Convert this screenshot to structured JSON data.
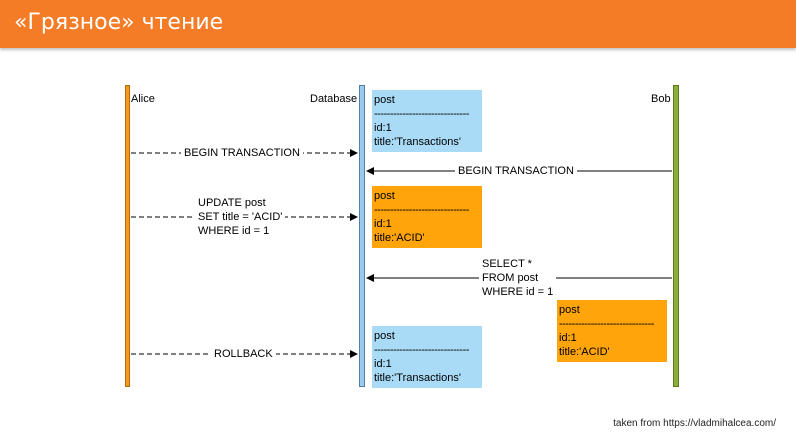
{
  "header": {
    "title": "«Грязное» чтение"
  },
  "actors": {
    "alice": "Alice",
    "database": "Database",
    "bob": "Bob"
  },
  "notes": {
    "n1": {
      "title": "post",
      "sep": "------------------------------",
      "id": "id:1",
      "value": "title:'Transactions'"
    },
    "n2": {
      "title": "post",
      "sep": "------------------------------",
      "id": "id:1",
      "value": "title:'ACID'"
    },
    "n3": {
      "title": "post",
      "sep": "------------------------------",
      "id": "id:1",
      "value": "title:'ACID'"
    },
    "n4": {
      "title": "post",
      "sep": "------------------------------",
      "id": "id:1",
      "value": "title:'Transactions'"
    }
  },
  "messages": {
    "alice_begin": "BEGIN TRANSACTION",
    "bob_begin": "BEGIN TRANSACTION",
    "update": {
      "l1": "UPDATE post",
      "l2": "SET title = 'ACID'",
      "l3": "WHERE id = 1"
    },
    "select": {
      "l1": "SELECT *",
      "l2": "FROM post",
      "l3": "WHERE id = 1"
    },
    "rollback": "ROLLBACK"
  },
  "footer": {
    "credit": "taken from https://vladmihalcea.com/"
  },
  "colors": {
    "header": "#f47c27",
    "note_blue": "#a9dbf6",
    "note_orange": "#ffa40a",
    "alice": "#f39a1e",
    "database": "#9cc9ea",
    "bob": "#8bb03a"
  }
}
